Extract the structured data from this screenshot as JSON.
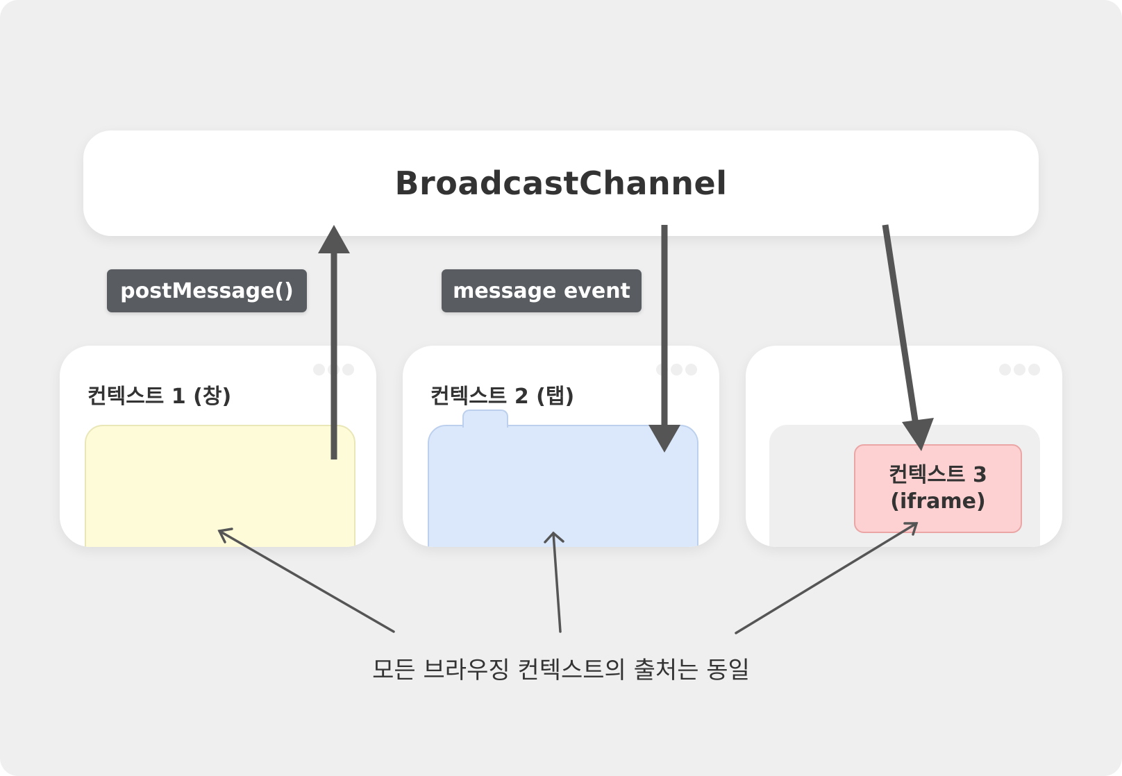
{
  "channel": {
    "title": "BroadcastChannel"
  },
  "actions": {
    "post_message": "postMessage()",
    "message_event": "message event"
  },
  "contexts": [
    {
      "label": "컨텍스트 1 (창)",
      "kind": "window"
    },
    {
      "label": "컨텍스트 2 (탭)",
      "kind": "tab"
    },
    {
      "label": "컨텍스트 3\n(iframe)",
      "kind": "iframe"
    }
  ],
  "footer": {
    "note": "모든 브라우징 컨텍스트의 출처는 동일"
  },
  "colors": {
    "background": "#efefef",
    "arrow": "#555555",
    "window_fill": "#fefbd8",
    "tab_fill": "#dbe8fb",
    "iframe_fill": "#fdd1d1",
    "pill_fill": "#595d62"
  },
  "icons": [
    "window-controls-icon"
  ]
}
